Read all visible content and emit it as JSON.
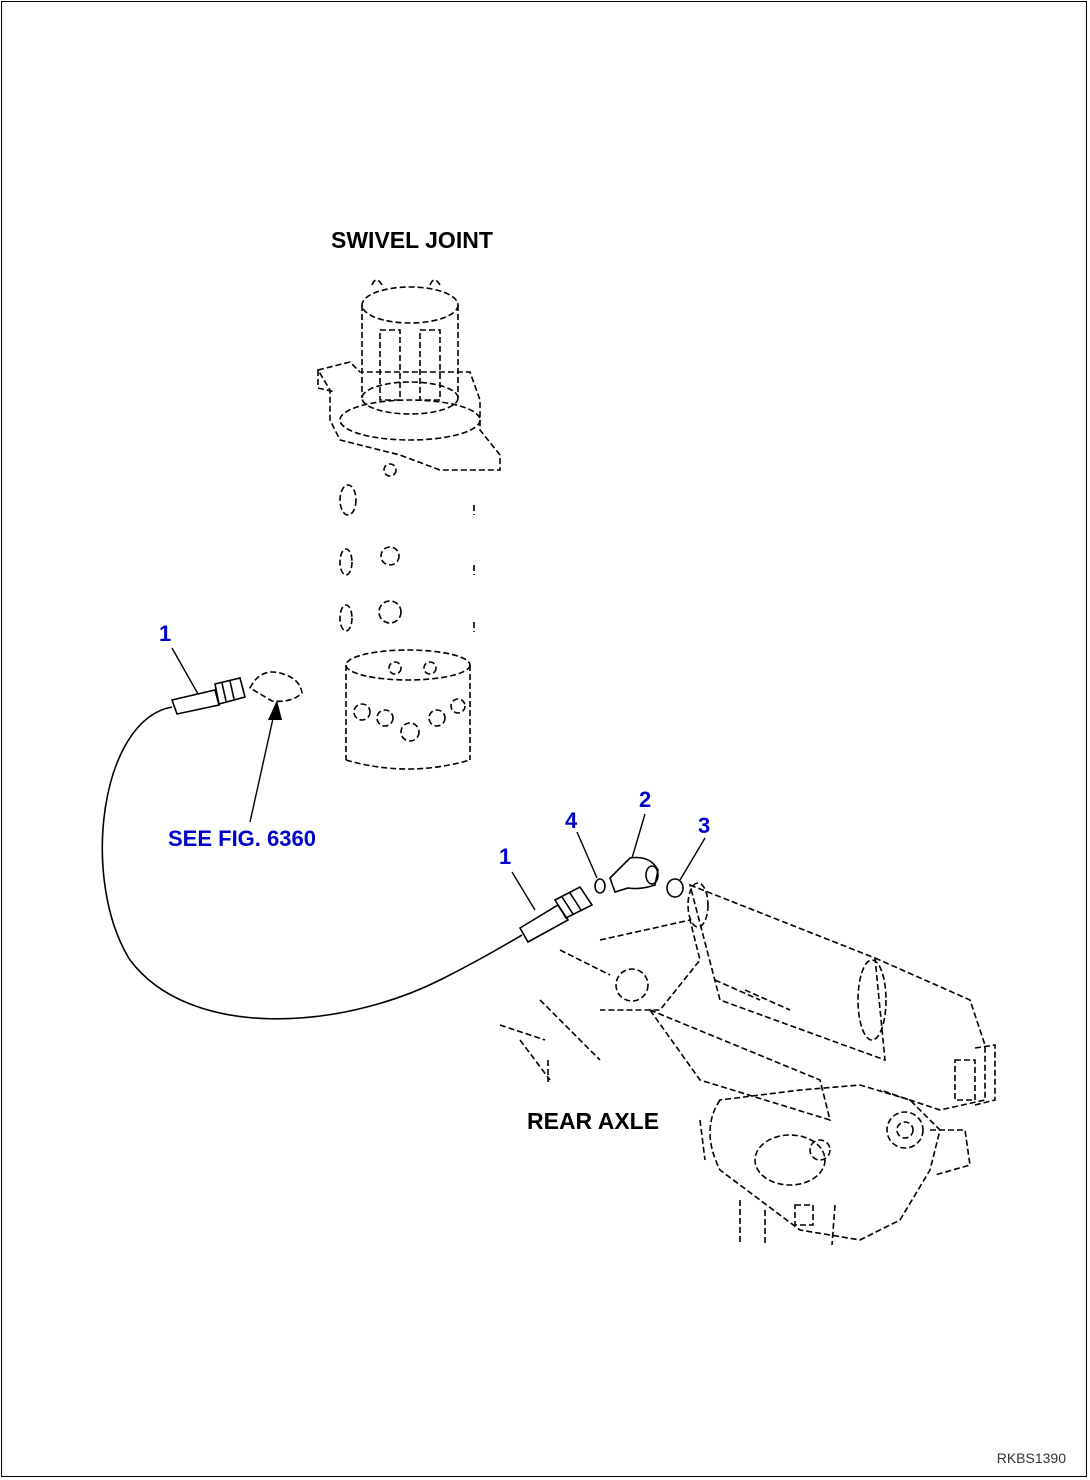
{
  "labels": {
    "swivel_joint": "SWIVEL JOINT",
    "rear_axle": "REAR AXLE",
    "see_fig": "SEE FIG. 6360"
  },
  "callouts": {
    "part_1_upper": "1",
    "part_1_lower": "1",
    "part_2": "2",
    "part_3": "3",
    "part_4": "4"
  },
  "doc_id": "RKBS1390",
  "colors": {
    "callout": "#0000cc",
    "line": "#000000",
    "background": "#ffffff"
  }
}
